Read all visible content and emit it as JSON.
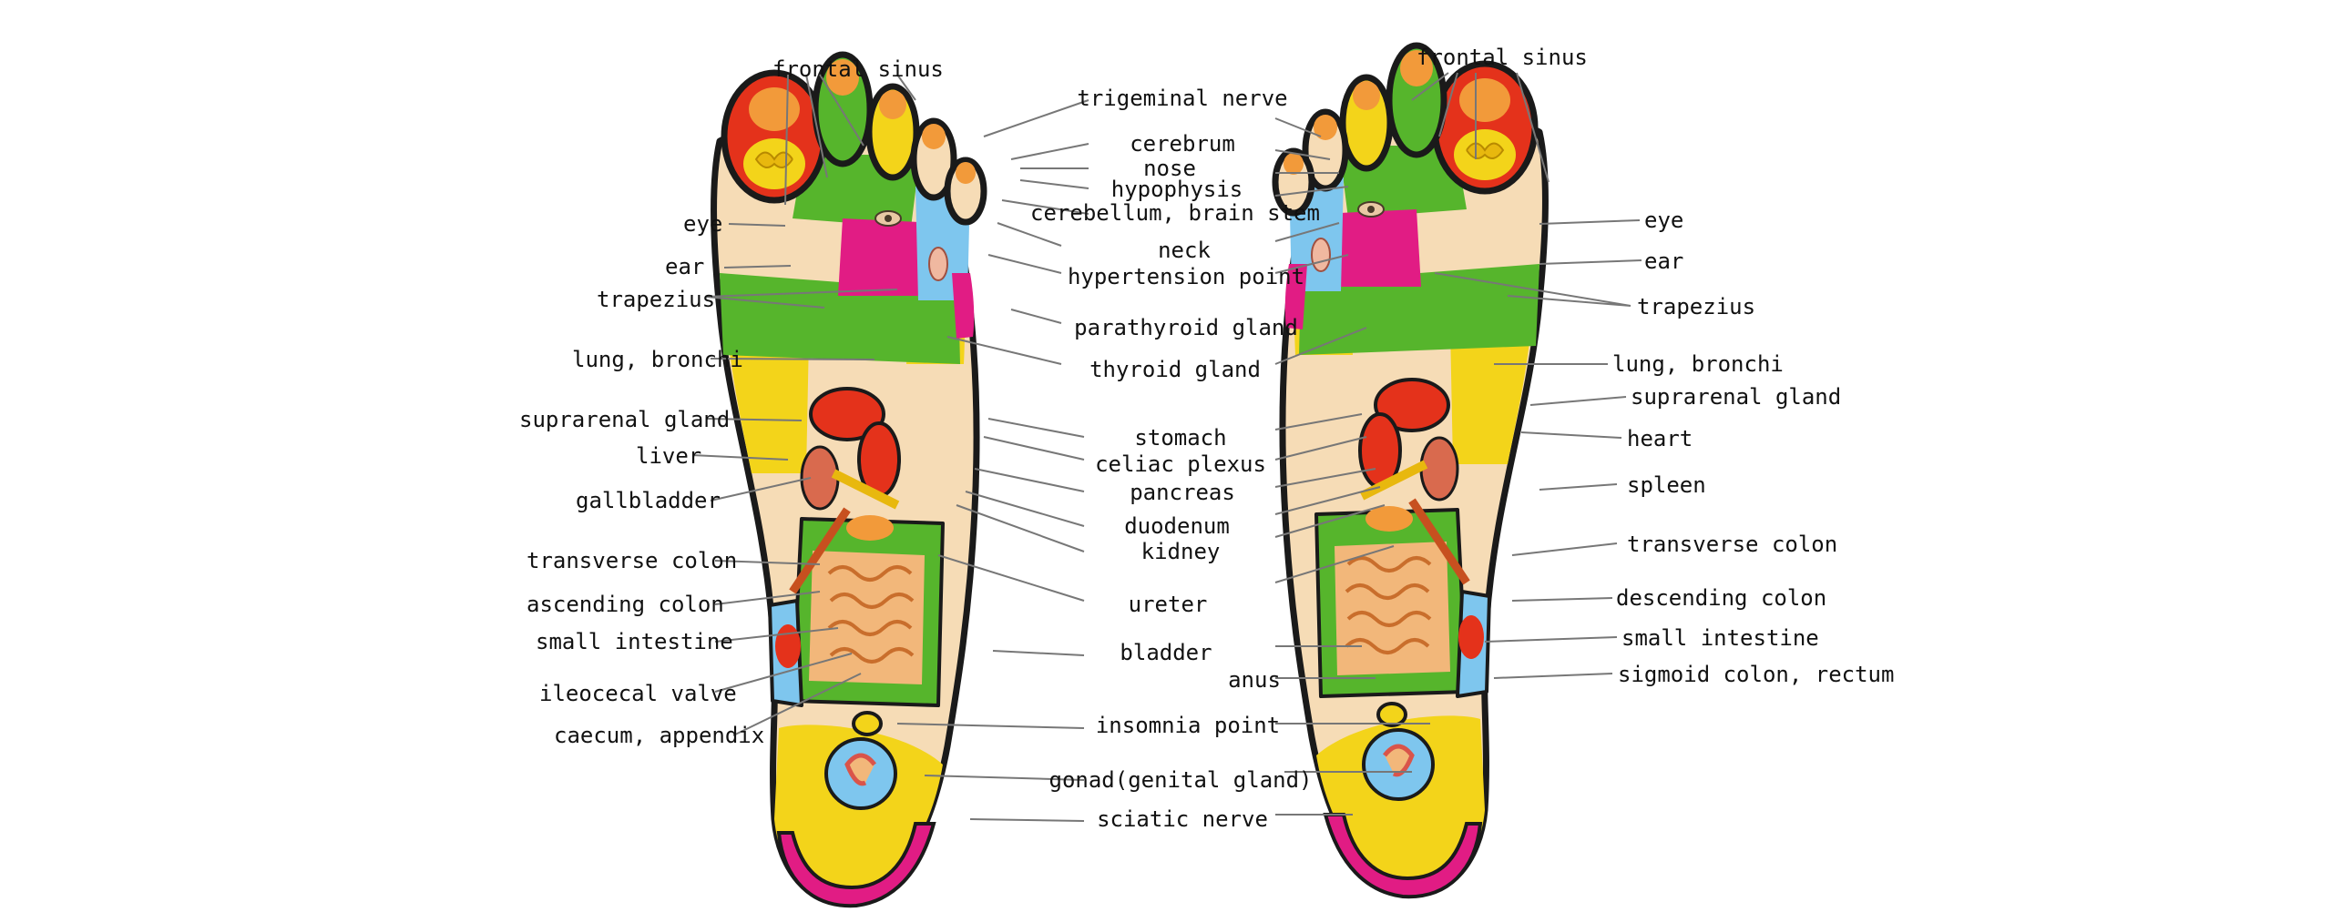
{
  "colors": {
    "skin": "#f6dcb6",
    "yellow": "#f3d41a",
    "deep_yellow": "#e8b80e",
    "green": "#56b52c",
    "red": "#e4321b",
    "orange": "#f29a3a",
    "magenta": "#e11c84",
    "blue": "#7ec6ee",
    "intestine": "#f2b77a",
    "outline": "#1a1a1a",
    "leader": "#777777"
  },
  "labels": {
    "left": {
      "frontal_sinus": "frontal sinus",
      "eye": "eye",
      "ear": "ear",
      "trapezius": "trapezius",
      "lung_bronchi": "lung, bronchi",
      "suprarenal_gland": "suprarenal gland",
      "liver": "liver",
      "gallbladder": "gallbladder",
      "transverse_colon": "transverse colon",
      "ascending_colon": "ascending colon",
      "small_intestine": "small intestine",
      "ileocecal_valve": "ileocecal valve",
      "caecum_appendix": "caecum, appendix"
    },
    "center": {
      "trigeminal_nerve": "trigeminal nerve",
      "cerebrum": "cerebrum",
      "nose": "nose",
      "hypophysis": "hypophysis",
      "cerebellum_brain_stem": "cerebellum, brain stem",
      "neck": "neck",
      "hypertension_point": "hypertension point",
      "parathyroid_gland": "parathyroid gland",
      "thyroid_gland": "thyroid gland",
      "stomach": "stomach",
      "celiac_plexus": "celiac plexus",
      "pancreas": "pancreas",
      "duodenum": "duodenum",
      "kidney": "kidney",
      "ureter": "ureter",
      "bladder": "bladder",
      "anus": "anus",
      "insomnia_point": "insomnia point",
      "gonad": "gonad(genital gland)",
      "sciatic_nerve": "sciatic nerve"
    },
    "right": {
      "frontal_sinus": "frontal sinus",
      "eye": "eye",
      "ear": "ear",
      "trapezius": "trapezius",
      "lung_bronchi": "lung, bronchi",
      "suprarenal_gland": "suprarenal gland",
      "heart": "heart",
      "spleen": "spleen",
      "transverse_colon": "transverse colon",
      "descending_colon": "descending colon",
      "small_intestine": "small intestine",
      "sigmoid_colon_rectum": "sigmoid colon, rectum"
    }
  }
}
